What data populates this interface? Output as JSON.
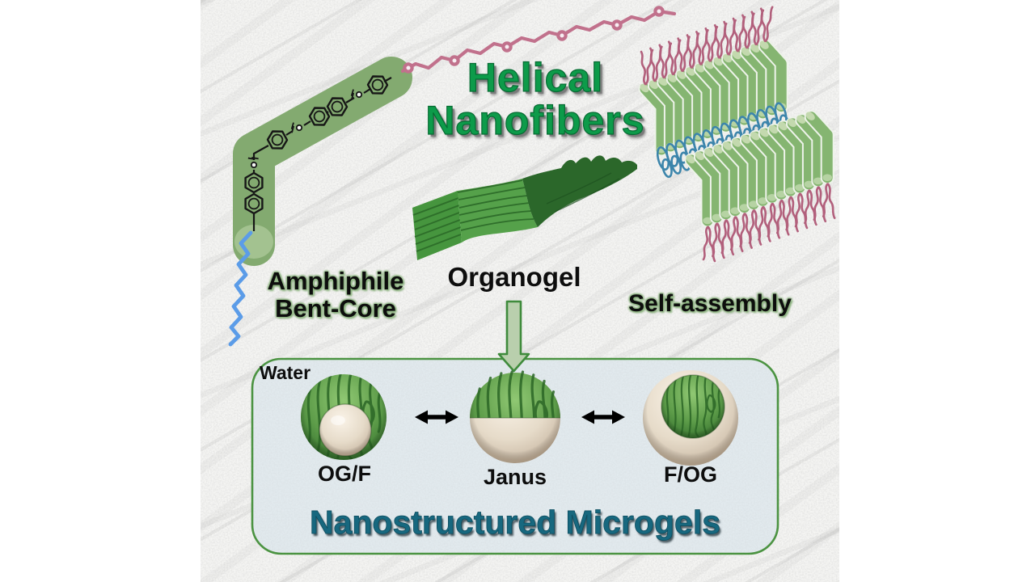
{
  "figure": {
    "title_line1": "Helical",
    "title_line2": "Nanofibers",
    "left_label_line1": "Amphiphile",
    "left_label_line2": "Bent-Core",
    "center_label": "Organogel",
    "right_label": "Self-assembly",
    "panel": {
      "water_label": "Water",
      "spheres": [
        {
          "label": "OG/F"
        },
        {
          "label": "Janus"
        },
        {
          "label": "F/OG"
        }
      ],
      "caption": "Nanostructured Microgels"
    },
    "colors": {
      "title_green": "#0d9b4a",
      "caption_teal": "#17687f",
      "molecule_green": "#83aa70",
      "assembly_green": "#85b571",
      "ribbon_green": "#55a14a",
      "ribbon_dark": "#2b672a",
      "chain_pink": "#b2607c",
      "chain_blue": "#5b9ce8",
      "assembly_blue": "#3c85ab",
      "panel_fill": "#e2eaee",
      "panel_border": "#4a9340",
      "sphere_cream": "#e6dbc9",
      "arrow_black": "#000000"
    }
  }
}
